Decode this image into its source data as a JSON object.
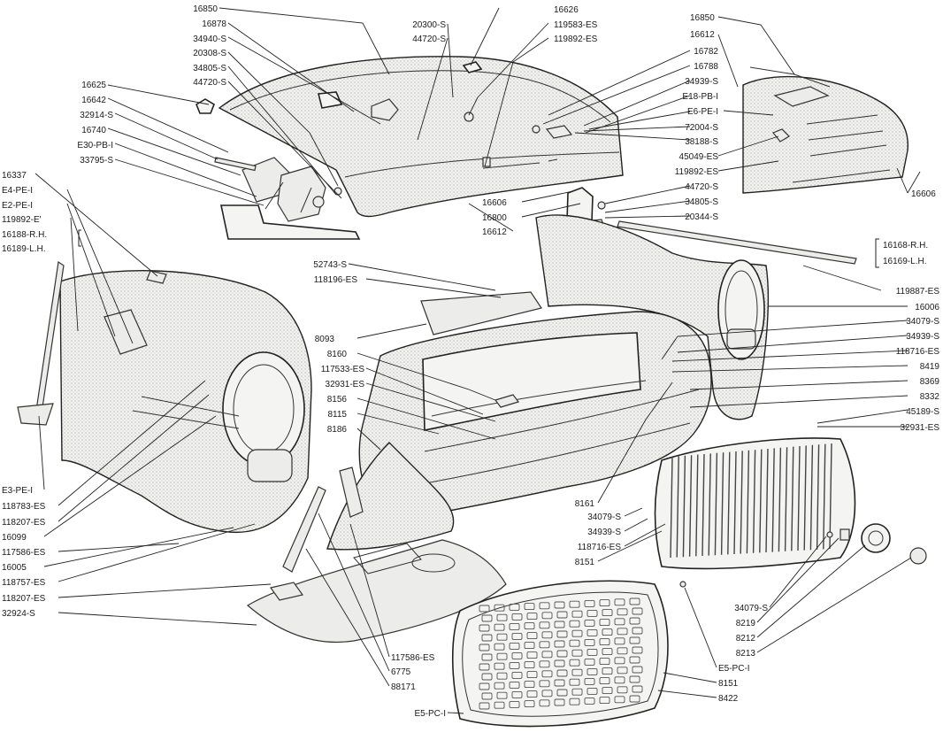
{
  "labels": {
    "l16850a": "16850",
    "l16878": "16878",
    "l34940": "34940-S",
    "l20308": "20308-S",
    "l34805a": "34805-S",
    "l44720a": "44720-S",
    "l20300": "20300-S",
    "l44720b": "44720-S",
    "l16626": "16626",
    "l119583": "119583-ES",
    "l119892a": "119892-ES",
    "l16625": "16625",
    "l16642": "16642",
    "l32914": "32914-S",
    "l16740": "16740",
    "l30pb": "E30-PB-I",
    "l33795": "33795-S",
    "l16337": "16337",
    "l4pe": "E4-PE-I",
    "l2pe": "E2-PE-I",
    "l119892c": "119892-E'",
    "l16188": "16188-R.H.",
    "l16189": "16189-L.H.",
    "l16850b": "16850",
    "l16612a": "16612",
    "l16782": "16782",
    "l16788": "16788",
    "l34939a": "34939-S",
    "l18pb": "E18-PB-I",
    "l6pe": "E6-PE-I",
    "l72004": "72004-S",
    "l38188": "38188-S",
    "l45049": "45049-ES",
    "l119892b": "119892-ES",
    "l16606b": "16606",
    "l44720c": "44720-S",
    "l34805b": "34805-S",
    "l20344": "20344-S",
    "l16606a": "16606",
    "l16800": "16800",
    "l16612b": "16612",
    "l16168": "16168-R.H.",
    "l16169": "16169-L.H.",
    "l119887": "119887-ES",
    "l52743": "52743-S",
    "l118196": "118196-ES",
    "l8093": "8093",
    "l16006": "16006",
    "l34079a": "34079-S",
    "l34939b": "34939-S",
    "l118716a": "118716-ES",
    "l8419": "8419",
    "l8369": "8369",
    "l8332": "8332",
    "l45189": "45189-S",
    "l32931b": "32931-ES",
    "l8160": "8160",
    "l117533": "117533-ES",
    "l32931a": "32931-ES",
    "l8156": "8156",
    "l8115": "8115",
    "l8186": "8186",
    "l3pe": "E3-PE-I",
    "l118783": "118783-ES",
    "l118207a": "118207-ES",
    "l16099": "16099",
    "l117586a": "117586-ES",
    "l16005": "16005",
    "l118757": "118757-ES",
    "l118207b": "118207-ES",
    "l32924": "32924-S",
    "l8161": "8161",
    "l34079b": "34079-S",
    "l34939c": "34939-S",
    "l118716b": "118716-ES",
    "l8151a": "8151",
    "l34079c": "34079-S",
    "l8219": "8219",
    "l8212": "8212",
    "l8213": "8213",
    "l5pc1": "E5-PC-I",
    "l8151b": "8151",
    "l8422": "8422",
    "l5pc2": "E5-PC-I",
    "l117586b": "117586-ES",
    "l6775": "6775",
    "l88171": "88171"
  }
}
